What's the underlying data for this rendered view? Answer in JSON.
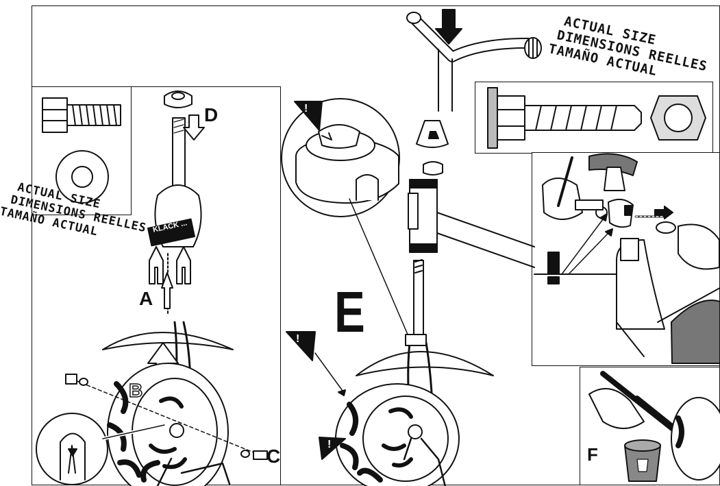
{
  "actual_size_top": {
    "lines": [
      "ACTUAL SIZE",
      "DIMENSIONS REELLES",
      "TAMAÑO ACTUAL"
    ]
  },
  "actual_size_left": {
    "lines": [
      "ACTUAL SIZE",
      "DIMENSIONS REELLES",
      "TAMAÑO ACTUAL"
    ]
  },
  "step_labels": {
    "a": "A",
    "b": "B",
    "c": "C",
    "d": "D",
    "e": "E",
    "f": "F"
  },
  "klack_label": "KLACK ...",
  "warning_symbol": "!",
  "colors": {
    "ink": "#111111",
    "paper": "#ffffff",
    "gray": "#7a7a7a",
    "light_gray": "#cfcfcf"
  }
}
